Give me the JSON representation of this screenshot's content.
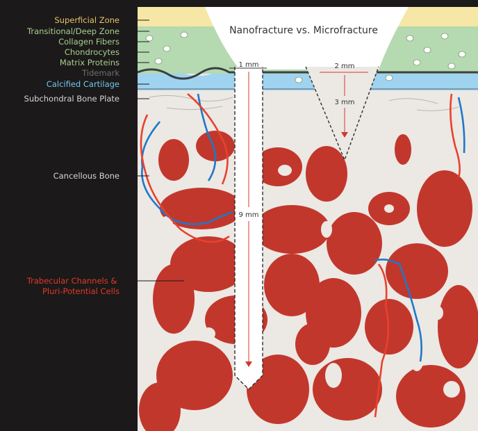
{
  "title": "Nanofracture vs. Microfracture",
  "layers": [
    {
      "label": "Superficial Zone",
      "color": "#e8c46a"
    },
    {
      "label": "Transitional/Deep Zone",
      "color": "#a9cf8f"
    },
    {
      "label": "Collagen Fibers",
      "color": "#a9cf8f"
    },
    {
      "label": "Chondrocytes",
      "color": "#a9cf8f"
    },
    {
      "label": "Matrix Proteins",
      "color": "#a9cf8f"
    },
    {
      "label": "Tidemark",
      "color": "#6f6f6f"
    },
    {
      "label": "Calcified Cartilage",
      "color": "#72c7ee"
    },
    {
      "label": "Subchondral Bone Plate",
      "color": "#d6d6d6"
    },
    {
      "label": "Cancellous Bone",
      "color": "#d6d6d6"
    },
    {
      "label": "Trabecular Channels & Pluri-Potential Cells",
      "color": "#e03a2a"
    }
  ],
  "measurements": {
    "nano_width": "1 mm",
    "nano_depth": "9 mm",
    "micro_width": "2 mm",
    "micro_depth": "3 mm"
  },
  "colors": {
    "background": "#1b1919",
    "bone": "#ece8e4",
    "trabecular": "#c2372c",
    "vessel_red": "#e8412e",
    "vessel_blue": "#1f78c8",
    "superficial": "#f6e7a6",
    "deep_zone": "#b5d9b0",
    "calcified": "#9fd3ef"
  }
}
